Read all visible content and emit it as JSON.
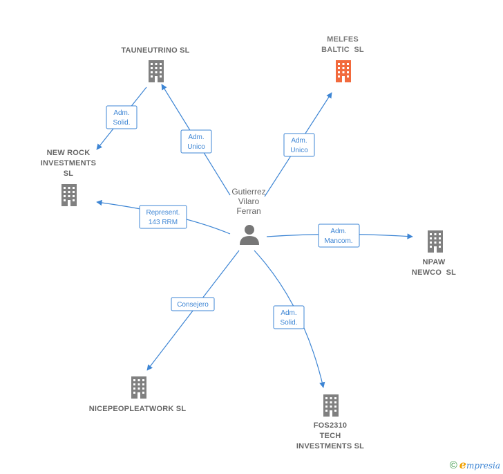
{
  "center": {
    "name_lines": [
      "Gutierrez",
      "Vilaro",
      "Ferran"
    ],
    "icon": "person-icon"
  },
  "companies": [
    {
      "id": "tauneutrino",
      "lines": [
        "TAUNEUTRINO SL"
      ],
      "icon": "building-icon",
      "color": "#808080"
    },
    {
      "id": "melfes",
      "lines": [
        "MELFES",
        "BALTIC  SL"
      ],
      "icon": "building-icon",
      "color": "#f26a3d"
    },
    {
      "id": "newrock",
      "lines": [
        "NEW ROCK",
        "INVESTMENTS",
        "SL"
      ],
      "icon": "building-icon",
      "color": "#808080"
    },
    {
      "id": "npaw",
      "lines": [
        "NPAW",
        "NEWCO  SL"
      ],
      "icon": "building-icon",
      "color": "#808080"
    },
    {
      "id": "nicepeople",
      "lines": [
        "NICEPEOPLEATWORK SL"
      ],
      "icon": "building-icon",
      "color": "#808080"
    },
    {
      "id": "fos2310",
      "lines": [
        "FOS2310",
        "TECH",
        "INVESTMENTS SL"
      ],
      "icon": "building-icon",
      "color": "#808080"
    }
  ],
  "edges": [
    {
      "id": "e-tauneutrino",
      "lines": [
        "Adm.",
        "Unico"
      ]
    },
    {
      "id": "e-melfes",
      "lines": [
        "Adm.",
        "Unico"
      ]
    },
    {
      "id": "e-newrock-solid",
      "lines": [
        "Adm.",
        "Solid."
      ]
    },
    {
      "id": "e-newrock",
      "lines": [
        "Represent.",
        "143 RRM"
      ]
    },
    {
      "id": "e-npaw",
      "lines": [
        "Adm.",
        "Mancom."
      ]
    },
    {
      "id": "e-nicepeople",
      "lines": [
        "Consejero"
      ]
    },
    {
      "id": "e-fos2310",
      "lines": [
        "Adm.",
        "Solid."
      ]
    }
  ],
  "footer": {
    "copyright_symbol": "©",
    "brand_initial": "e",
    "brand_rest": "mpresia"
  }
}
